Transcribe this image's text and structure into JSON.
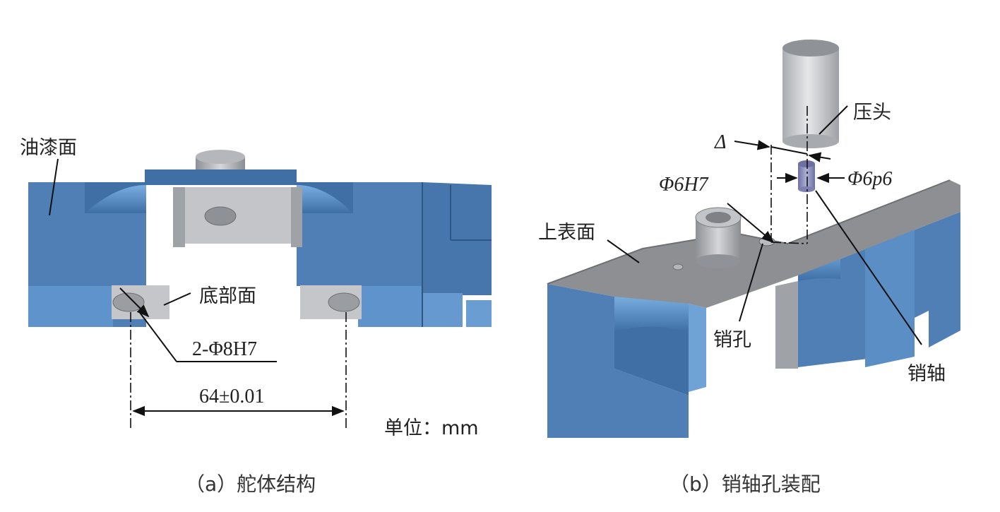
{
  "panel_a": {
    "labels": {
      "paint_surface": "油漆面",
      "bottom_surface": "底部面",
      "hole_spec": "2-Φ8H7",
      "distance": "64±0.01",
      "unit": "单位：mm"
    },
    "caption": "（a）舵体结构"
  },
  "panel_b": {
    "labels": {
      "press_head": "压头",
      "delta": "Δ",
      "shaft_fit": "Φ6p6",
      "hole_fit": "Φ6H7",
      "upper_surface": "上表面",
      "pin_hole": "销孔",
      "pin_shaft": "销轴"
    },
    "caption": "（b）销轴孔装配"
  },
  "colors": {
    "blue_body": "#4f7fb5",
    "blue_light": "#6a9ad0",
    "gray_surface": "#8c8e91",
    "gray_light": "#c9cbce",
    "pin_purple": "#8489b8"
  }
}
